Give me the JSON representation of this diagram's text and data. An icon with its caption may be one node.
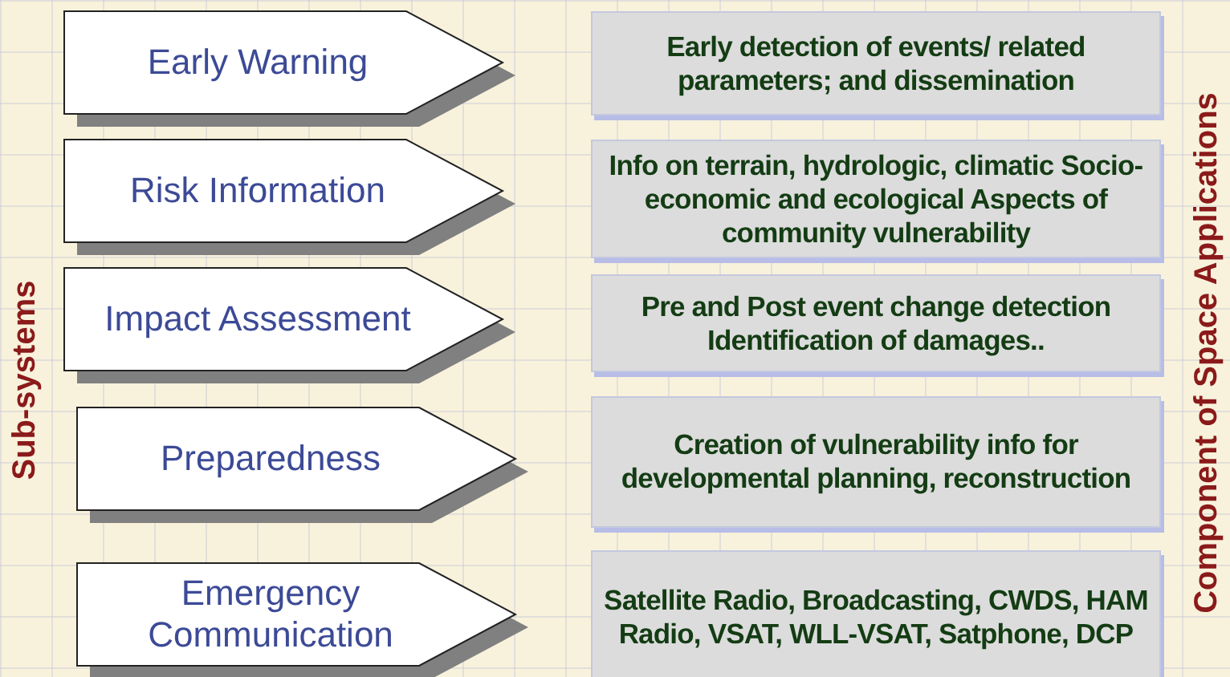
{
  "diagram": {
    "nodes": [
      {
        "text": [
          "Early Warning"
        ]
      },
      {
        "text": [
          "Early detection of events/ related parameters; and dissemination"
        ]
      },
      {
        "text": [
          "Risk Information"
        ]
      },
      {
        "text": [
          "Info on terrain, hydrologic, climatic Socio-economic and ecological Aspects of community vulnerability"
        ]
      },
      {
        "text": [
          "Impact Assessment"
        ]
      },
      {
        "text": [
          "Pre and Post event change detection Identification of damages.."
        ]
      },
      {
        "text": [
          "Preparedness"
        ]
      },
      {
        "text": [
          "Creation of vulnerability info for developmental planning, reconstruction"
        ]
      },
      {
        "text": [
          "Emergency Communication"
        ]
      },
      {
        "text": [
          "Satellite Radio, Broadcasting, CWDS, HAM Radio, VSAT, WLL-VSAT, Satphone, DCP"
        ]
      }
    ],
    "labels": [
      "Sub-systems",
      "Component of Space Applications"
    ]
  }
}
